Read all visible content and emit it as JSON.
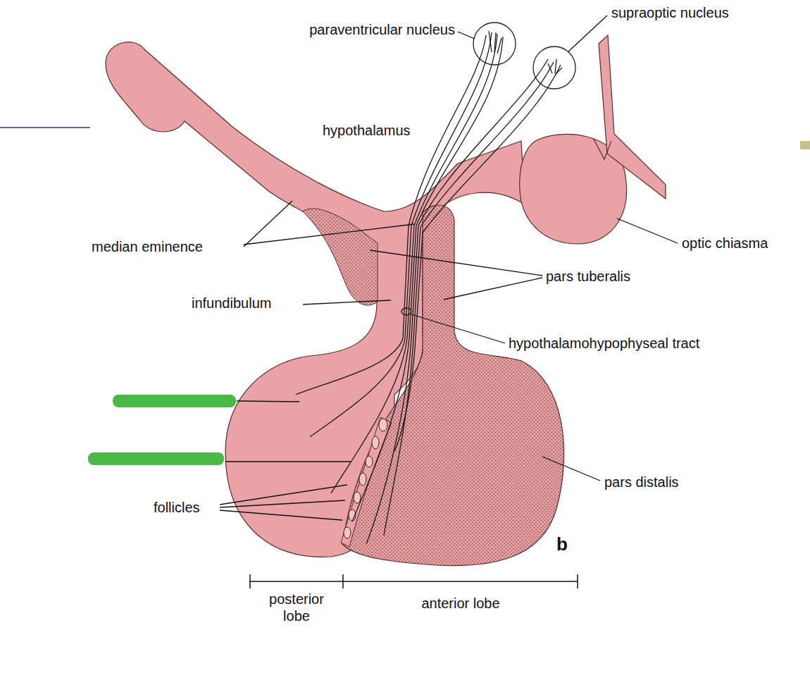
{
  "diagram": {
    "labels": [
      "paraventricular nucleus",
      "supraoptic nucleus",
      "hypothalamus",
      "median eminence",
      "optic chiasma",
      "pars tuberalis",
      "infundibulum",
      "hypothalamohypophyseal tract",
      "follicles",
      "pars distalis",
      "b",
      "posterior lobe",
      "anterior lobe"
    ]
  }
}
